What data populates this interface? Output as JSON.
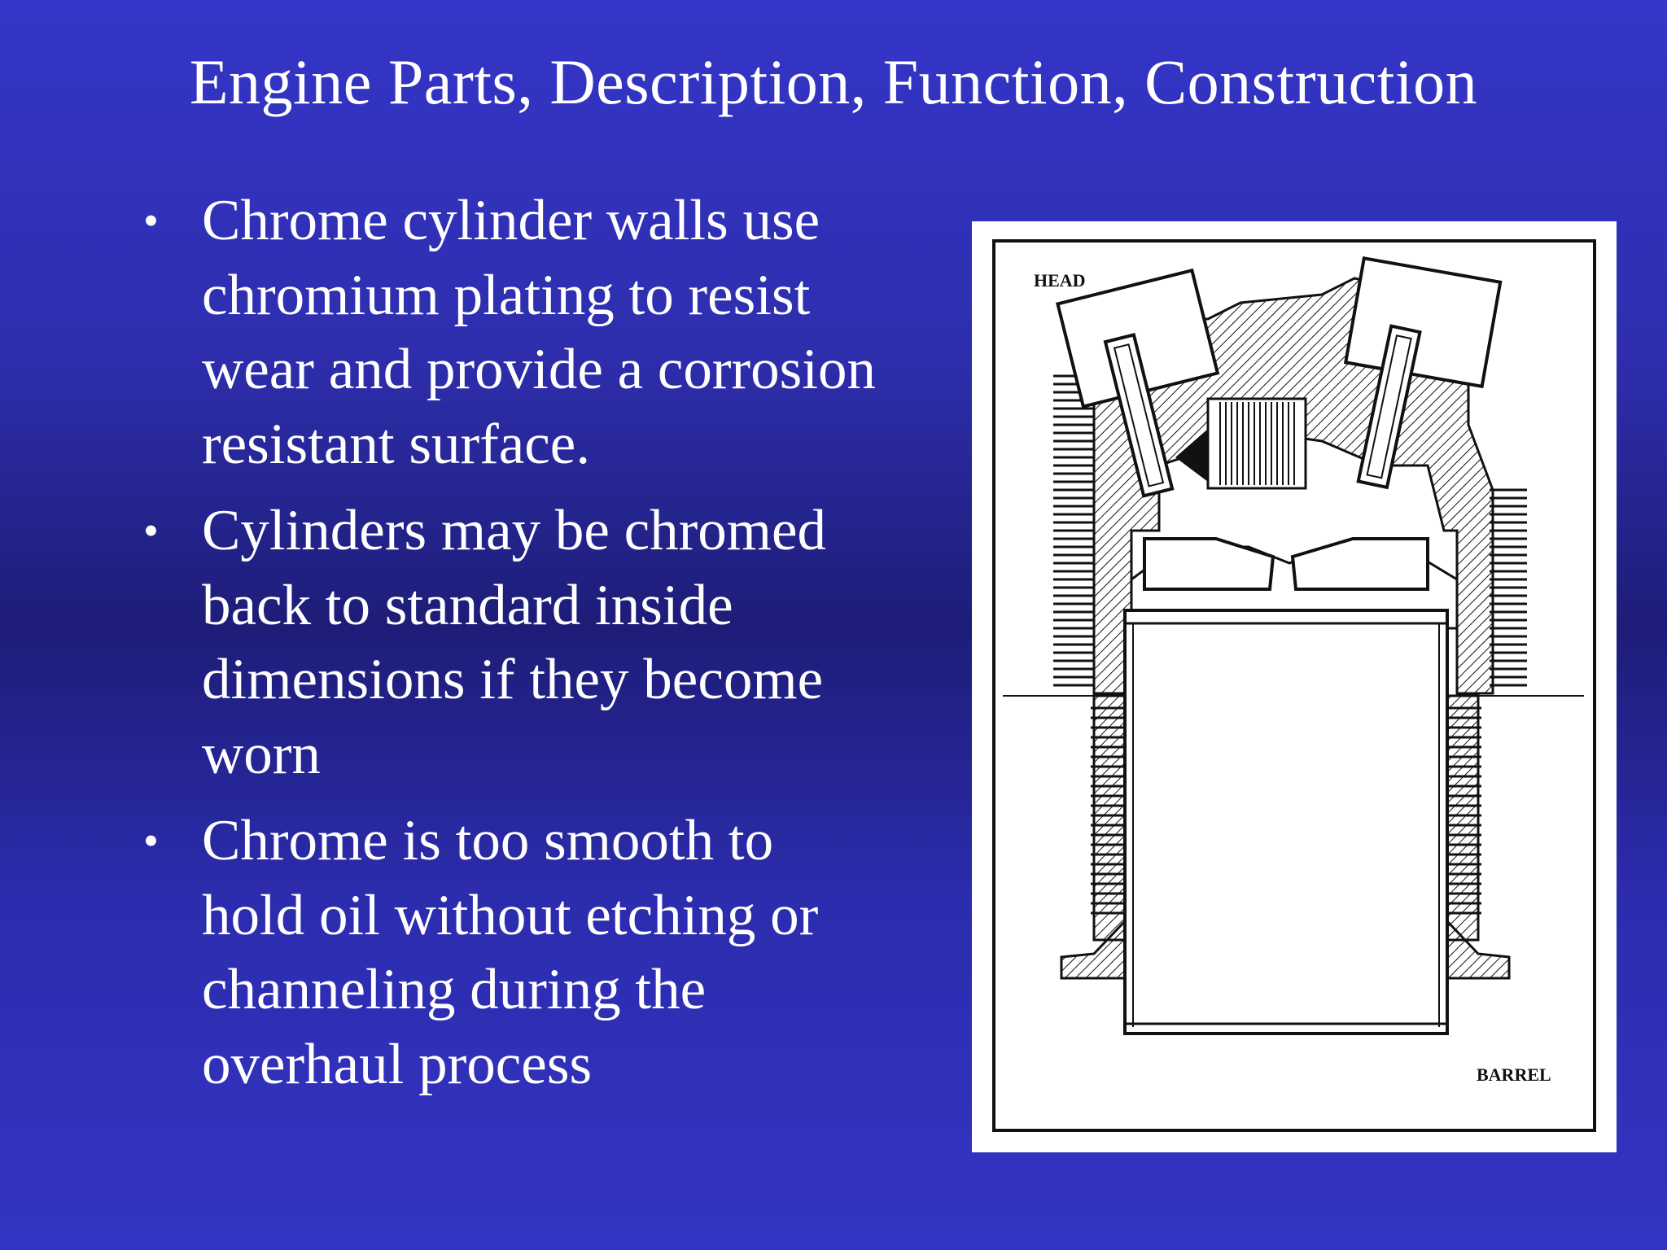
{
  "slide": {
    "title": "Engine Parts, Description, Function, Construction",
    "bullets": [
      {
        "lines": [
          "Chrome cylinder walls use",
          "chromium plating to resist",
          "wear and provide a corrosion",
          "resistant surface."
        ]
      },
      {
        "lines": [
          "Cylinders may be chromed",
          "back to standard inside",
          "dimensions if they become",
          "worn"
        ]
      },
      {
        "lines": [
          "Chrome is too smooth to",
          "hold oil without etching or",
          "channeling during the",
          "overhaul process"
        ]
      }
    ],
    "bullet_glyph": "•"
  },
  "figure": {
    "labels": {
      "head": "HEAD",
      "barrel": "BARREL"
    }
  },
  "colors": {
    "background": "#2e2eae",
    "text": "#ffffff",
    "figure_bg": "#ffffff",
    "ink": "#111111"
  }
}
